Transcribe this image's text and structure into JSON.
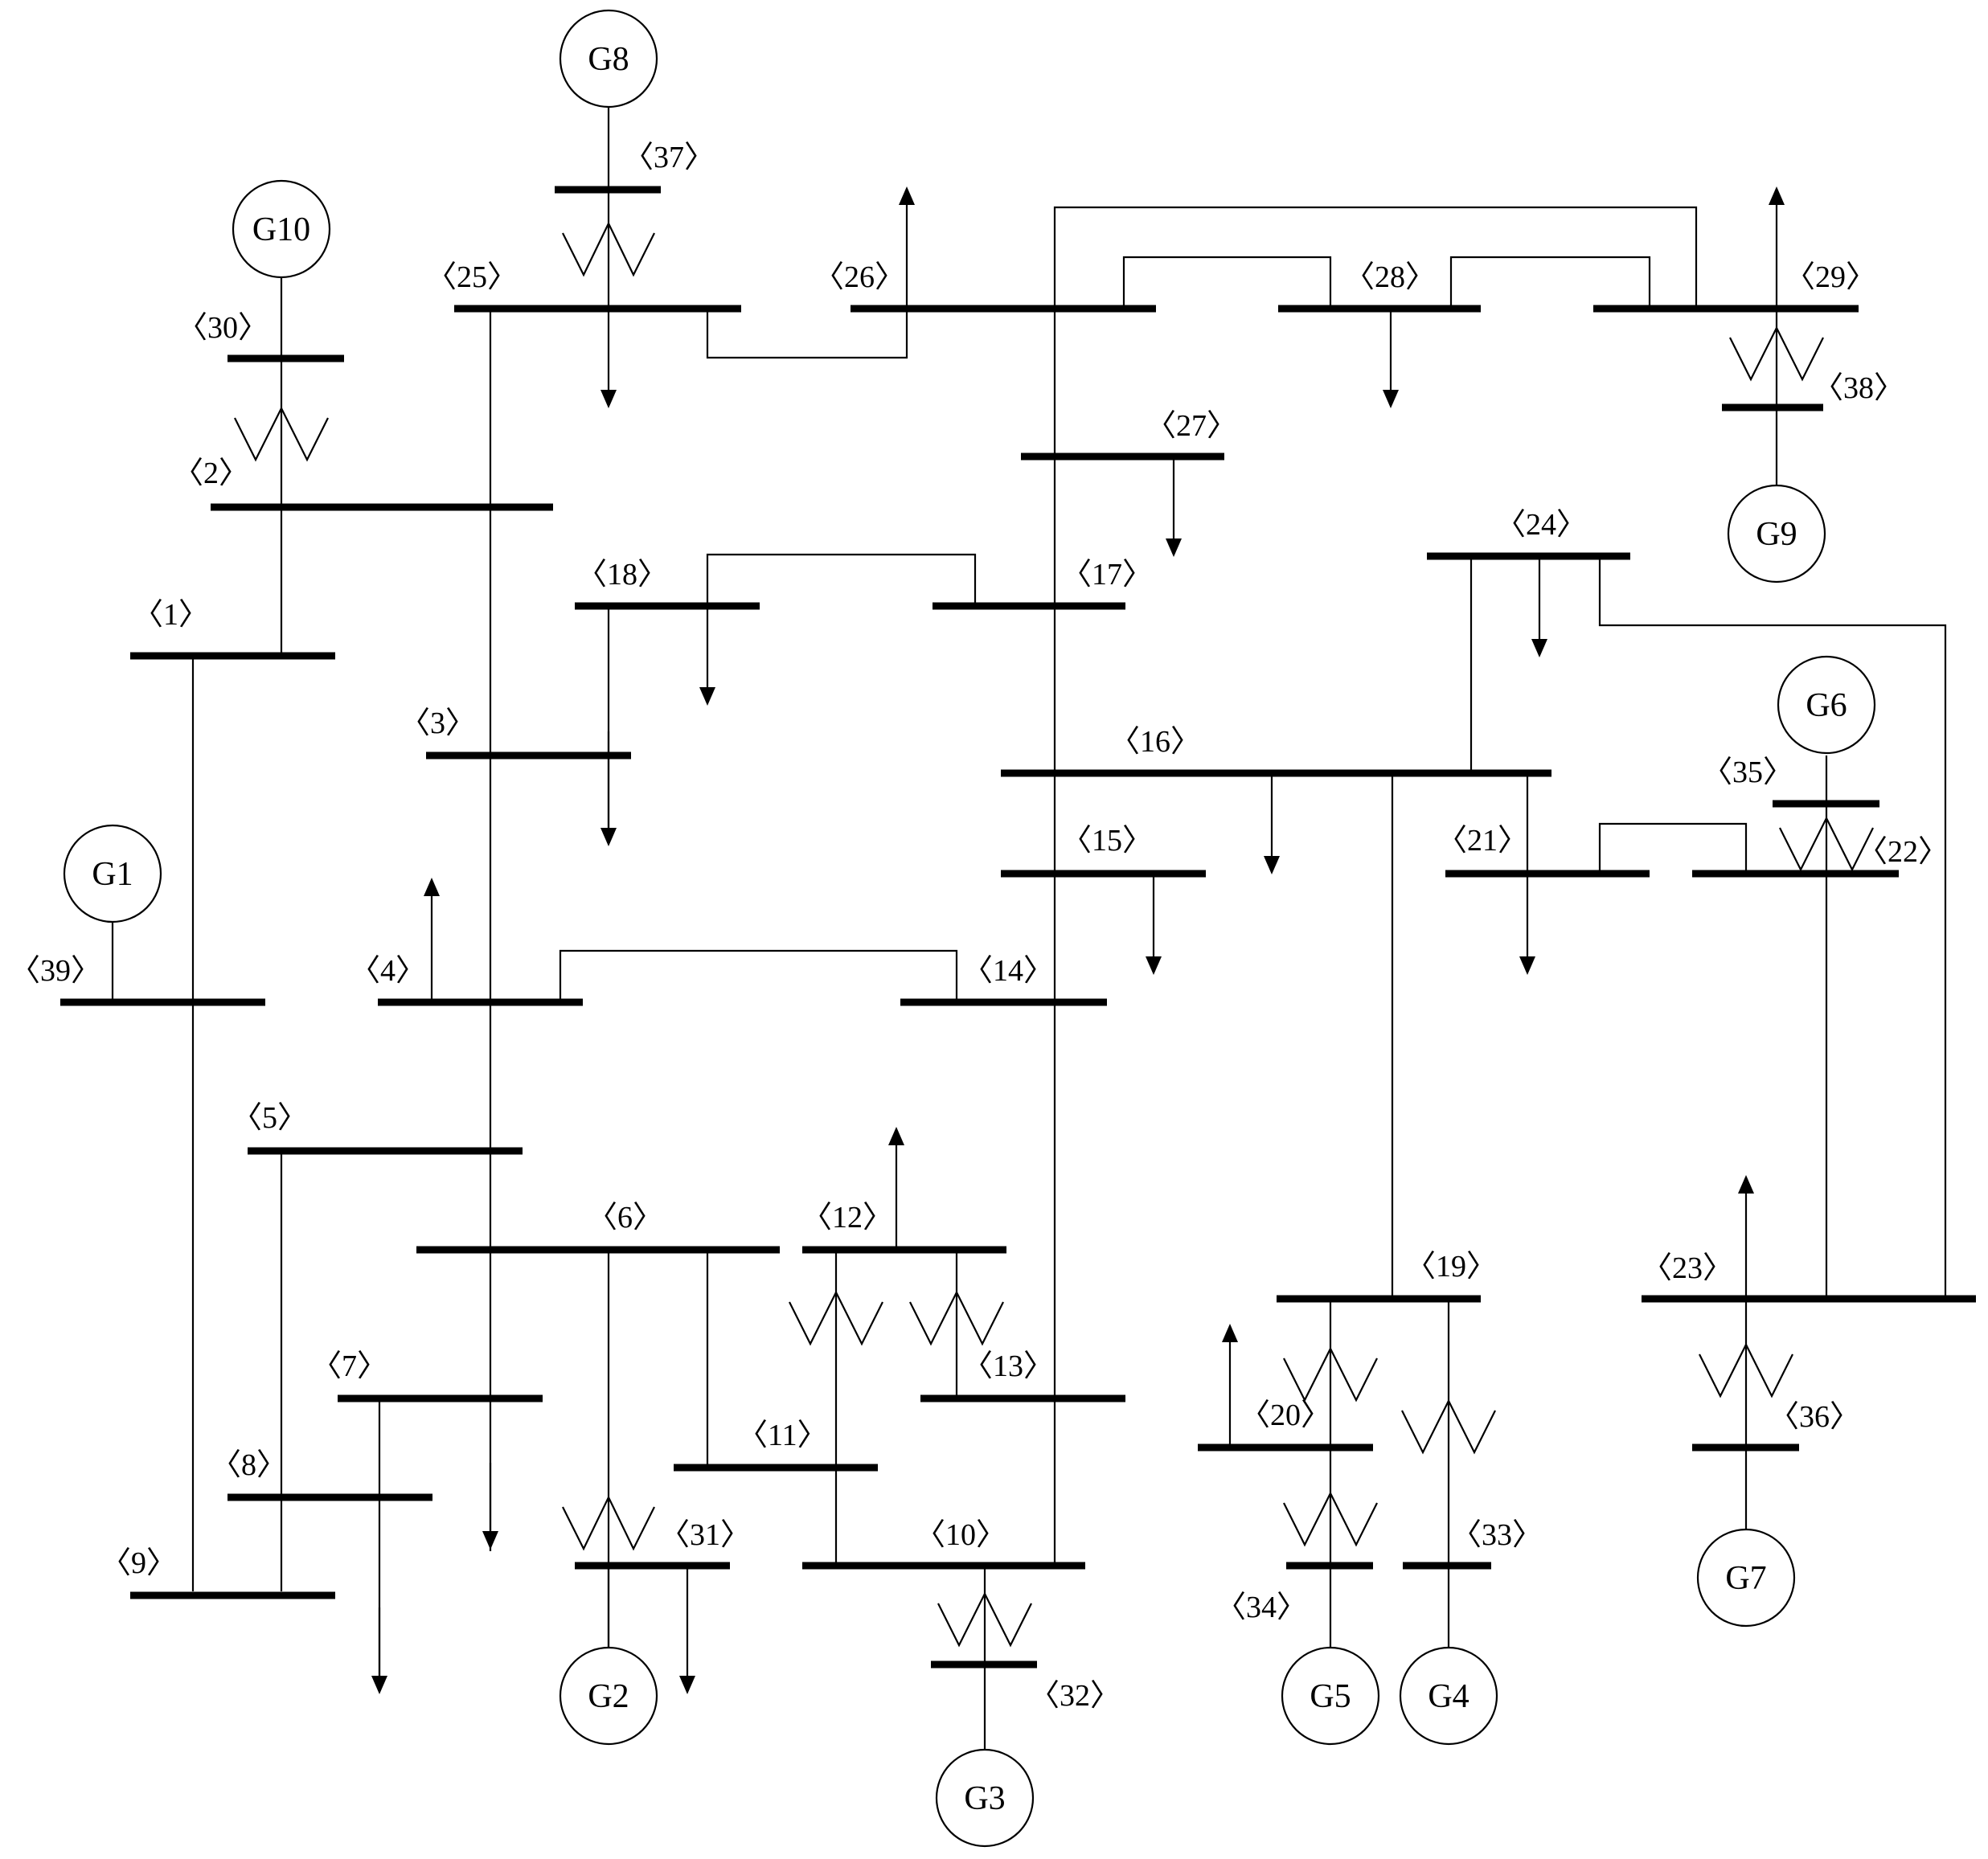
{
  "buses": [
    {
      "id": "b1",
      "label": "〈1〉"
    },
    {
      "id": "b2",
      "label": "〈2〉"
    },
    {
      "id": "b3",
      "label": "〈3〉"
    },
    {
      "id": "b4",
      "label": "〈4〉"
    },
    {
      "id": "b5",
      "label": "〈5〉"
    },
    {
      "id": "b6",
      "label": "〈6〉"
    },
    {
      "id": "b7",
      "label": "〈7〉"
    },
    {
      "id": "b8",
      "label": "〈8〉"
    },
    {
      "id": "b9",
      "label": "〈9〉"
    },
    {
      "id": "b10",
      "label": "〈10〉"
    },
    {
      "id": "b11",
      "label": "〈11〉"
    },
    {
      "id": "b12",
      "label": "〈12〉"
    },
    {
      "id": "b13",
      "label": "〈13〉"
    },
    {
      "id": "b14",
      "label": "〈14〉"
    },
    {
      "id": "b15",
      "label": "〈15〉"
    },
    {
      "id": "b16",
      "label": "〈16〉"
    },
    {
      "id": "b17",
      "label": "〈17〉"
    },
    {
      "id": "b18",
      "label": "〈18〉"
    },
    {
      "id": "b19",
      "label": "〈19〉"
    },
    {
      "id": "b20",
      "label": "〈20〉"
    },
    {
      "id": "b21",
      "label": "〈21〉"
    },
    {
      "id": "b22",
      "label": "〈22〉"
    },
    {
      "id": "b23",
      "label": "〈23〉"
    },
    {
      "id": "b24",
      "label": "〈24〉"
    },
    {
      "id": "b25",
      "label": "〈25〉"
    },
    {
      "id": "b26",
      "label": "〈26〉"
    },
    {
      "id": "b27",
      "label": "〈27〉"
    },
    {
      "id": "b28",
      "label": "〈28〉"
    },
    {
      "id": "b29",
      "label": "〈29〉"
    },
    {
      "id": "b30",
      "label": "〈30〉"
    },
    {
      "id": "b31",
      "label": "〈31〉"
    },
    {
      "id": "b32",
      "label": "〈32〉"
    },
    {
      "id": "b33",
      "label": "〈33〉"
    },
    {
      "id": "b34",
      "label": "〈34〉"
    },
    {
      "id": "b35",
      "label": "〈35〉"
    },
    {
      "id": "b36",
      "label": "〈36〉"
    },
    {
      "id": "b37",
      "label": "〈37〉"
    },
    {
      "id": "b38",
      "label": "〈38〉"
    },
    {
      "id": "b39",
      "label": "〈39〉"
    }
  ],
  "generators": [
    {
      "id": "G1",
      "label": "G1",
      "bus": "〈39〉"
    },
    {
      "id": "G2",
      "label": "G2",
      "bus": "〈31〉"
    },
    {
      "id": "G3",
      "label": "G3",
      "bus": "〈32〉"
    },
    {
      "id": "G4",
      "label": "G4",
      "bus": "〈33〉"
    },
    {
      "id": "G5",
      "label": "G5",
      "bus": "〈34〉"
    },
    {
      "id": "G6",
      "label": "G6",
      "bus": "〈35〉"
    },
    {
      "id": "G7",
      "label": "G7",
      "bus": "〈36〉"
    },
    {
      "id": "G8",
      "label": "G8",
      "bus": "〈37〉"
    },
    {
      "id": "G9",
      "label": "G9",
      "bus": "〈38〉"
    },
    {
      "id": "G10",
      "label": "G10",
      "bus": "〈30〉"
    }
  ]
}
